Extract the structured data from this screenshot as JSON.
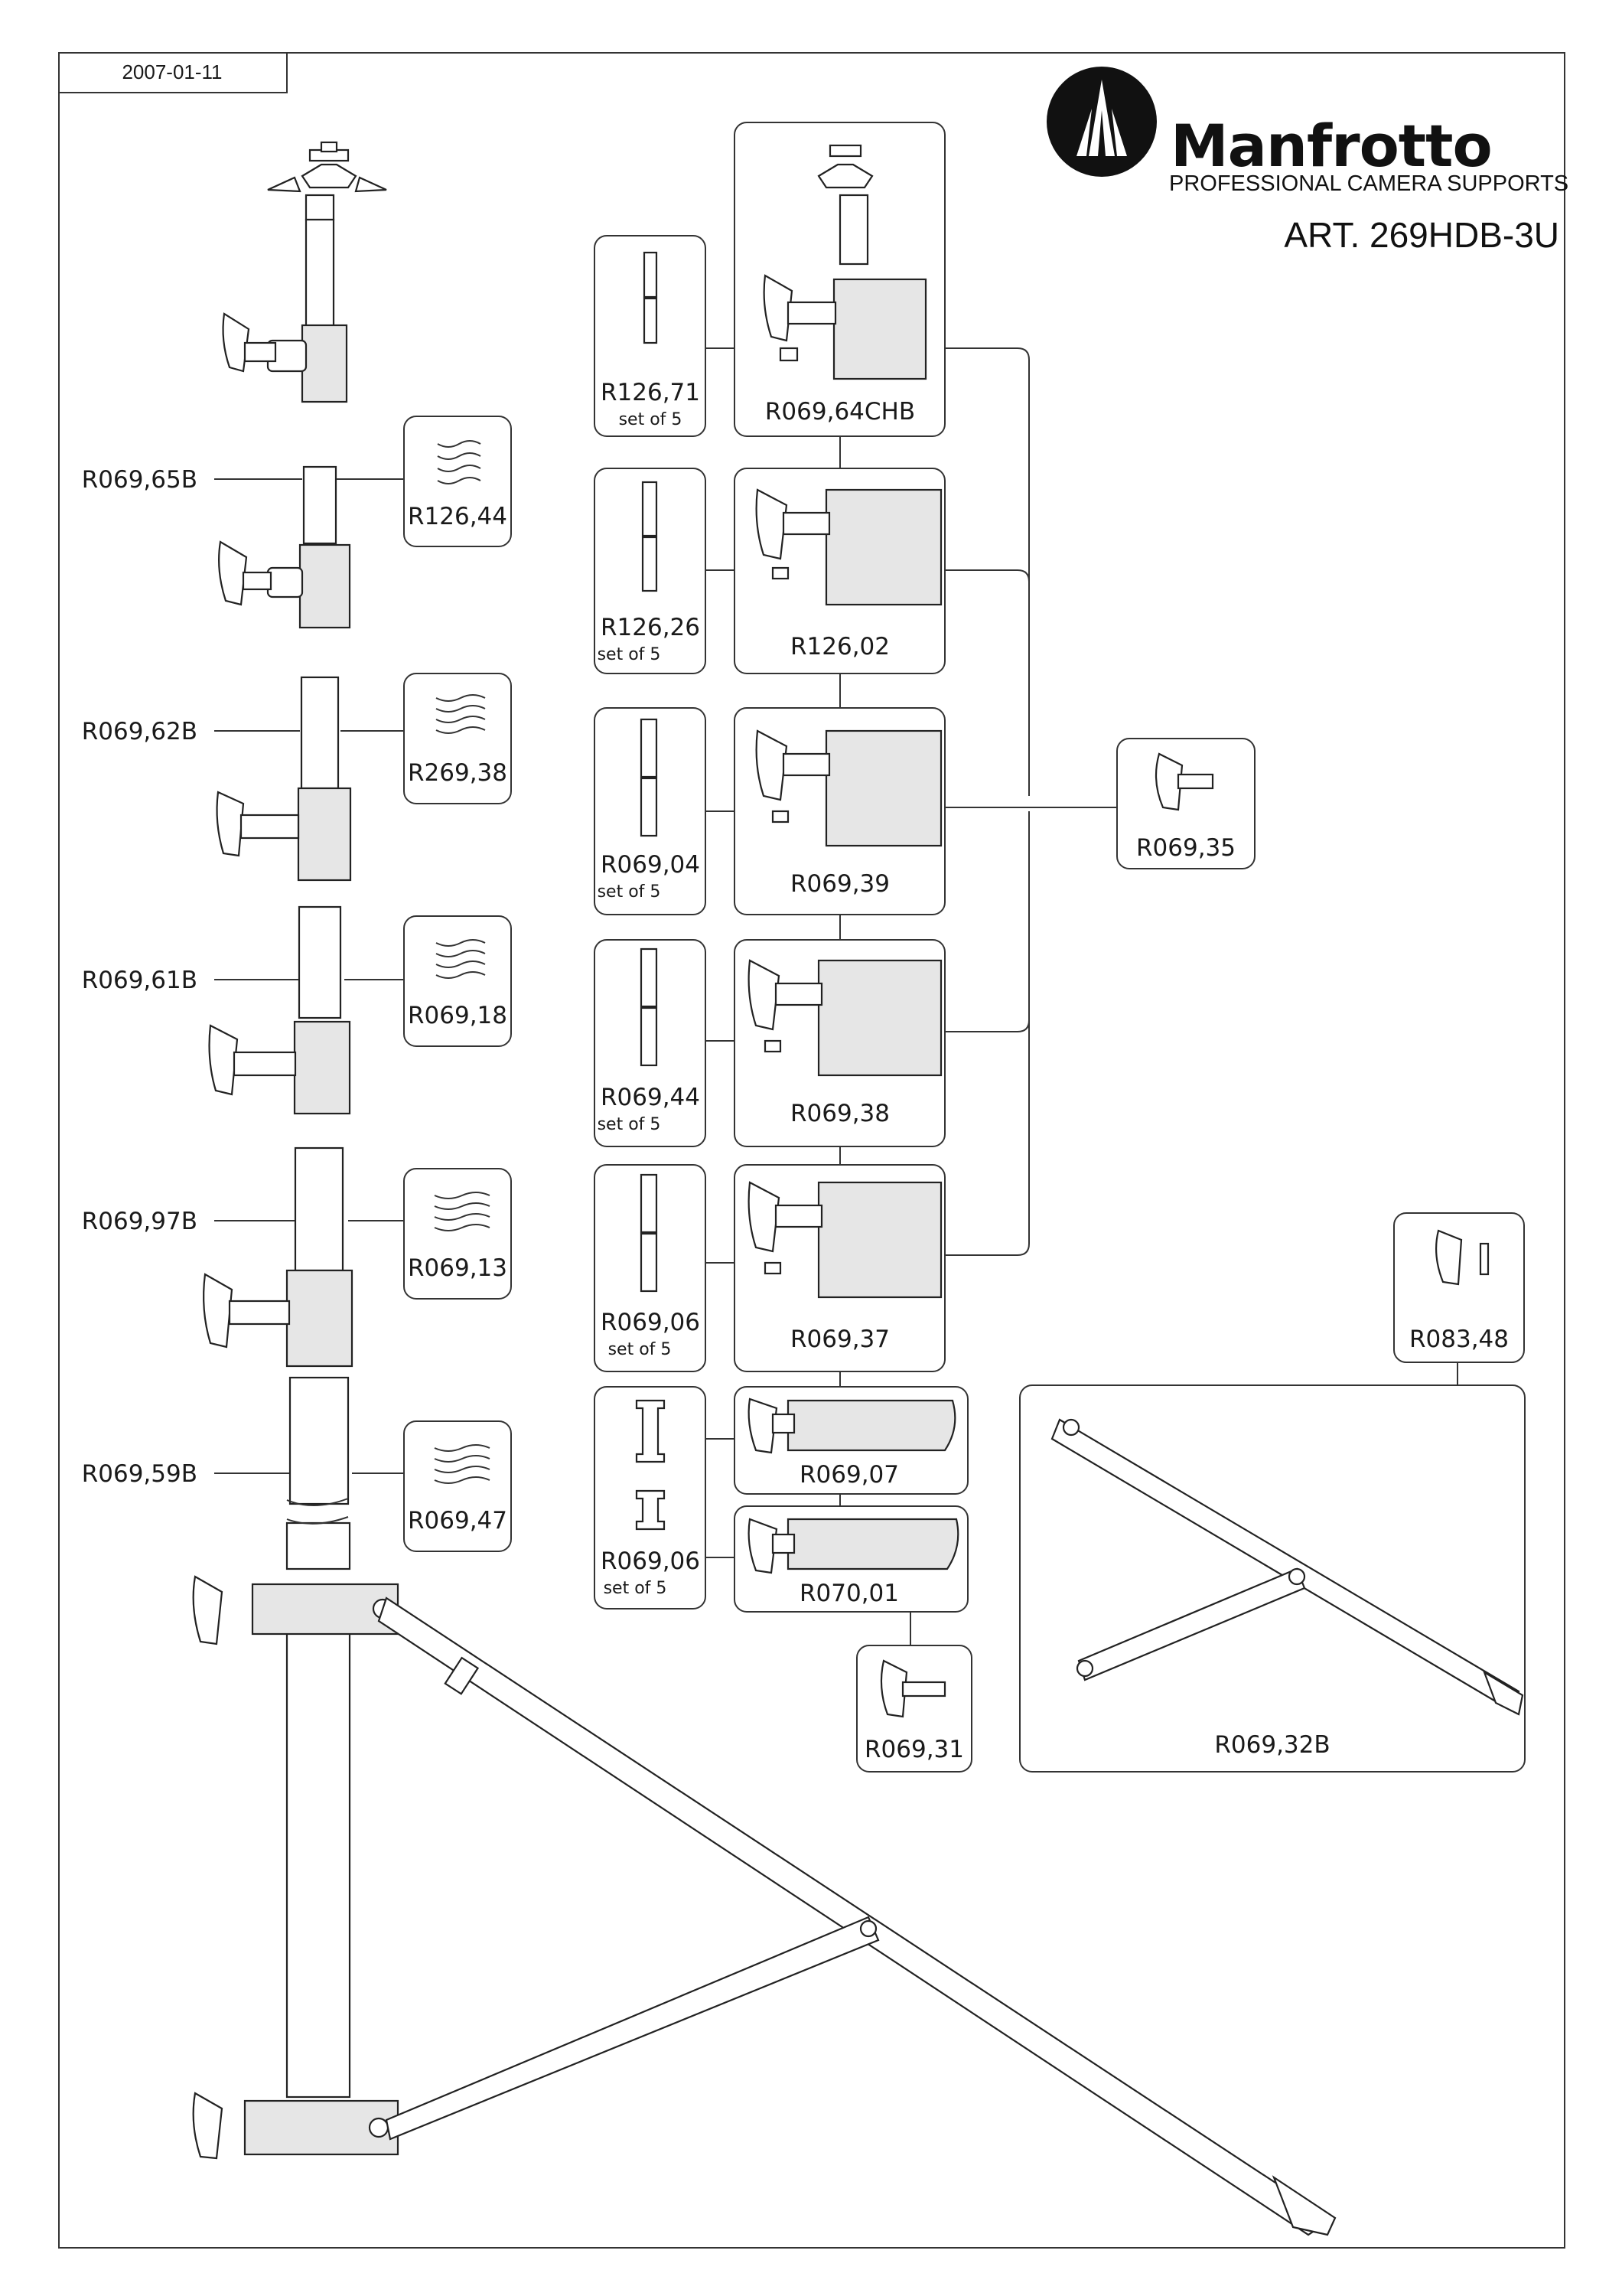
{
  "date": "2007-01-11",
  "brand": {
    "name": "Manfrotto",
    "tagline": "PROFESSIONAL CAMERA SUPPORTS",
    "article": "ART. 269HDB-3U"
  },
  "column_sections": [
    "R069,65B",
    "R069,62B",
    "R069,61B",
    "R069,97B",
    "R069,59B"
  ],
  "springs": [
    "R126,44",
    "R269,38",
    "R069,18",
    "R069,13",
    "R069,47"
  ],
  "strips": [
    {
      "code": "R126,71",
      "note": "set of 5"
    },
    {
      "code": "R126,26",
      "note": "set of 5"
    },
    {
      "code": "R069,04",
      "note": "set of 5"
    },
    {
      "code": "R069,44",
      "note": "set of 5"
    },
    {
      "code": "R069,06",
      "note": "set of 5"
    },
    {
      "code": "R069,06",
      "note": "set of 5"
    }
  ],
  "collars": [
    "R069,64CHB",
    "R126,02",
    "R069,39",
    "R069,38",
    "R069,37",
    "R069,07",
    "R070,01"
  ],
  "knobs": [
    "R069,35",
    "R069,31",
    "R083,48"
  ],
  "leg": "R069,32B"
}
